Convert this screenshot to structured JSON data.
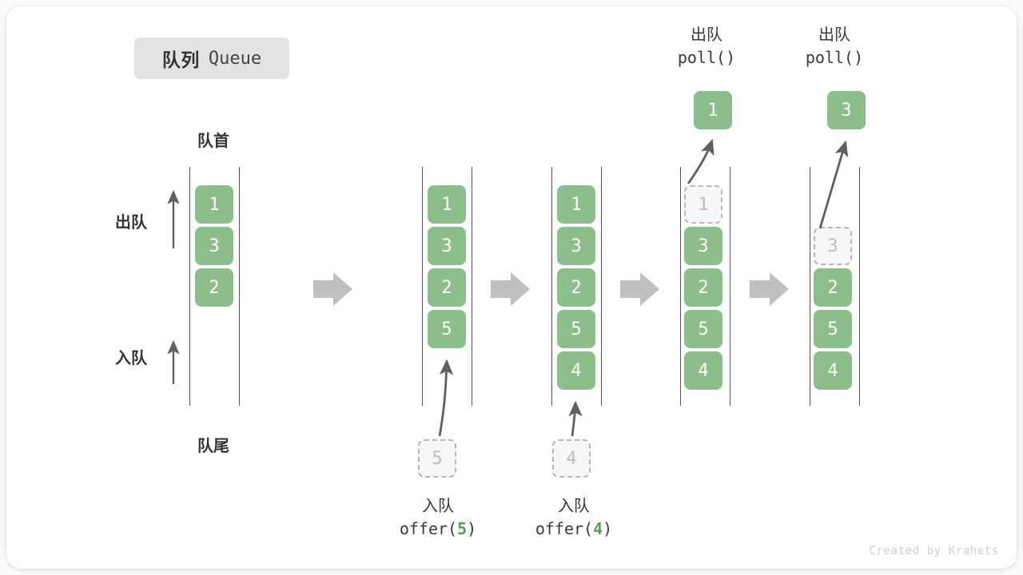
{
  "title": {
    "cn": "队列",
    "en": "Queue"
  },
  "labels": {
    "front": "队首",
    "rear": "队尾",
    "dequeue": "出队",
    "enqueue": "入队"
  },
  "watermark": "Created by Krahets",
  "colors": {
    "element_fill": "#8cbe8c",
    "element_text": "#ffffff",
    "ghost_fill": "#f7f7f7",
    "ghost_border": "#b6b6b6",
    "ghost_text": "#bdbdbd",
    "rail": "#555555",
    "arrow": "#606060",
    "flow_arrow": "#c0c0c0",
    "badge_bg": "#e3e3e3",
    "text": "#333333",
    "code_accent": "#5a9c5a"
  },
  "side_arrows": [
    {
      "name": "出队",
      "direction": "up"
    },
    {
      "name": "入队",
      "direction": "up"
    }
  ],
  "operations": [
    {
      "cn": "入队",
      "fn": "offer(",
      "value": "5",
      "close": ")"
    },
    {
      "cn": "入队",
      "fn": "offer(",
      "value": "4",
      "close": ")"
    },
    {
      "cn": "出队",
      "fn": "poll()",
      "value": "",
      "close": ""
    },
    {
      "cn": "出队",
      "fn": "poll()",
      "value": "",
      "close": ""
    }
  ],
  "columns": [
    {
      "id": "state-initial",
      "cells": [
        {
          "value": "1",
          "state": "filled",
          "slot": 1
        },
        {
          "value": "3",
          "state": "filled",
          "slot": 2
        },
        {
          "value": "2",
          "state": "filled",
          "slot": 3
        }
      ]
    },
    {
      "id": "state-after-offer-5",
      "cells": [
        {
          "value": "1",
          "state": "filled",
          "slot": 1
        },
        {
          "value": "3",
          "state": "filled",
          "slot": 2
        },
        {
          "value": "2",
          "state": "filled",
          "slot": 3
        },
        {
          "value": "5",
          "state": "filled",
          "slot": 4
        }
      ],
      "incoming": {
        "value": "5",
        "state": "ghost"
      }
    },
    {
      "id": "state-after-offer-4",
      "cells": [
        {
          "value": "1",
          "state": "filled",
          "slot": 1
        },
        {
          "value": "3",
          "state": "filled",
          "slot": 2
        },
        {
          "value": "2",
          "state": "filled",
          "slot": 3
        },
        {
          "value": "5",
          "state": "filled",
          "slot": 4
        },
        {
          "value": "4",
          "state": "filled",
          "slot": 5
        }
      ],
      "incoming": {
        "value": "4",
        "state": "ghost"
      }
    },
    {
      "id": "state-after-poll-1",
      "cells": [
        {
          "value": "1",
          "state": "ghost",
          "slot": 1
        },
        {
          "value": "3",
          "state": "filled",
          "slot": 2
        },
        {
          "value": "2",
          "state": "filled",
          "slot": 3
        },
        {
          "value": "5",
          "state": "filled",
          "slot": 4
        },
        {
          "value": "4",
          "state": "filled",
          "slot": 5
        }
      ],
      "outgoing": {
        "value": "1",
        "state": "filled"
      }
    },
    {
      "id": "state-after-poll-3",
      "cells": [
        {
          "value": "3",
          "state": "ghost",
          "slot": 2
        },
        {
          "value": "2",
          "state": "filled",
          "slot": 3
        },
        {
          "value": "5",
          "state": "filled",
          "slot": 4
        },
        {
          "value": "4",
          "state": "filled",
          "slot": 5
        }
      ],
      "outgoing": {
        "value": "3",
        "state": "filled"
      }
    }
  ]
}
